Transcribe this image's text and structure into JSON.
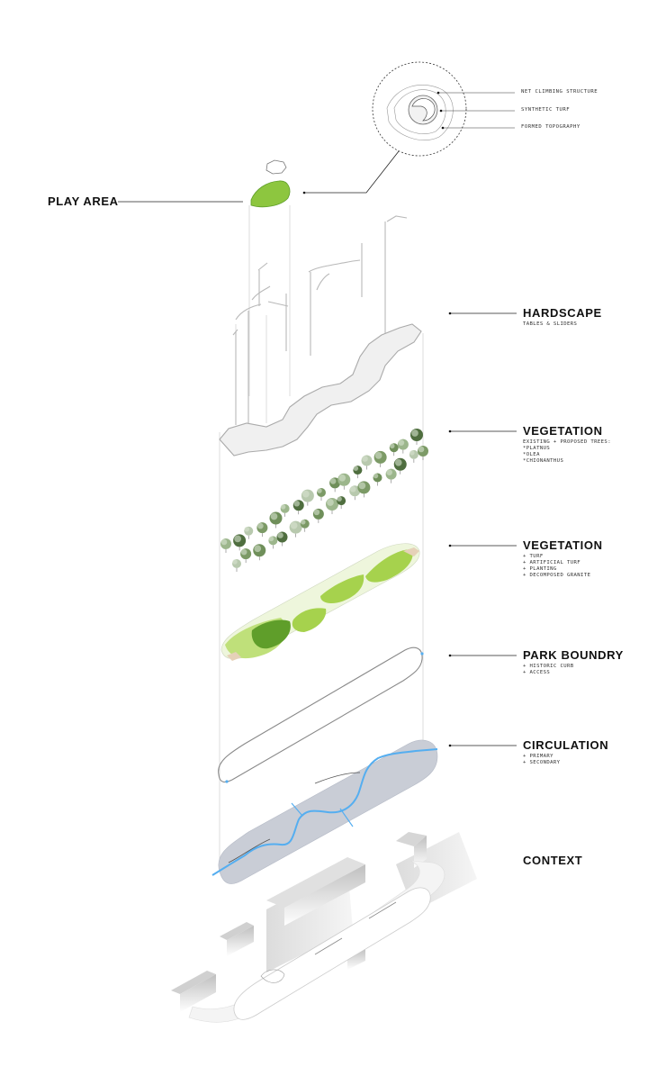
{
  "layers": [
    {
      "id": "play-area",
      "title": "PLAY AREA",
      "items": []
    },
    {
      "id": "hardscape",
      "title": "HARDSCAPE",
      "items": [
        "TABLES & SLIDERS"
      ]
    },
    {
      "id": "vegetation-trees",
      "title": "VEGETATION",
      "items": [
        "EXISTING + PROPOSED TREES:",
        "*PLATNUS",
        "*OLEA",
        "*CHIONANTHUS"
      ]
    },
    {
      "id": "vegetation-ground",
      "title": "VEGETATION",
      "items": [
        "+ TURF",
        "+ ARTIFICIAL TURF",
        "+ PLANTING",
        "+ DECOMPOSED GRANITE"
      ]
    },
    {
      "id": "park-boundry",
      "title": "PARK BOUNDRY",
      "items": [
        "+ HISTORIC CURB",
        "+ ACCESS"
      ]
    },
    {
      "id": "circulation",
      "title": "CIRCULATION",
      "items": [
        "+ PRIMARY",
        "+ SECONDARY"
      ]
    },
    {
      "id": "context",
      "title": "CONTEXT",
      "items": []
    }
  ],
  "detail_callouts": [
    "NET CLIMBING STRUCTURE",
    "SYNTHETIC TURF",
    "FORMED TOPOGRAPHY"
  ],
  "colors": {
    "turf": "#8dc63f",
    "turf_dark": "#5f9e2a",
    "turf_light": "#c9e59a",
    "circulation_blue": "#55aef0",
    "path_gray": "#c9cdd6",
    "line": "#222222"
  }
}
